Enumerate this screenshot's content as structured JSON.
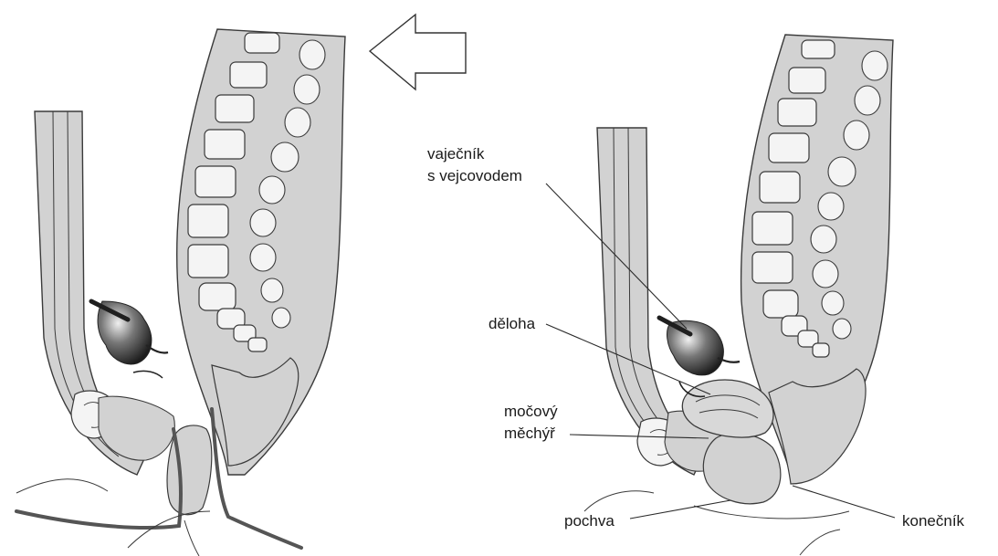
{
  "labels": {
    "ovary_line1": "vaječník",
    "ovary_line2": "s vejcovodem",
    "uterus": "děloha",
    "bladder_line1": "močový",
    "bladder_line2": "měchýř",
    "vagina": "pochva",
    "rectum": "konečník"
  },
  "colors": {
    "tissue": "#d2d2d2",
    "vertebra": "#f4f4f4",
    "outline": "#3a3a3a",
    "dark_organ": "#4a4a4a"
  },
  "icons": {
    "direction_arrow": "left-arrow-icon"
  }
}
